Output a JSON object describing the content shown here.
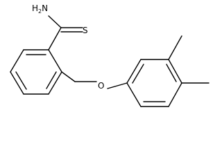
{
  "molecule": {
    "atoms": {
      "amine": {
        "symbol": "H",
        "subscript": "2",
        "element": "N"
      },
      "thione": {
        "symbol": "S"
      },
      "ether_oxygen": {
        "symbol": "O"
      }
    }
  }
}
